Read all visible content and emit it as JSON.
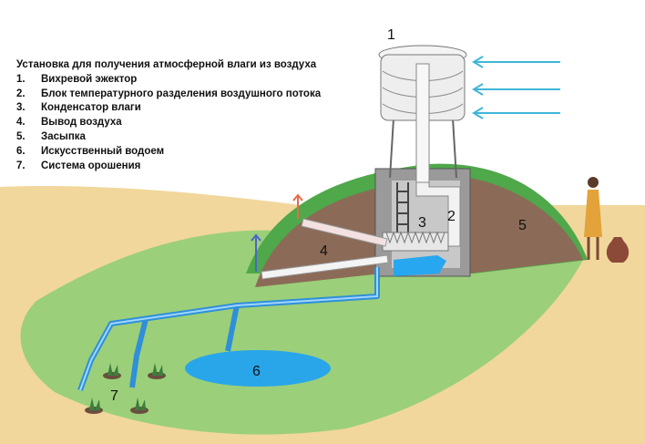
{
  "title": "Установка для получения атмосферной влаги из воздуха",
  "legend": [
    {
      "num": "1.",
      "label": "Вихревой эжектор"
    },
    {
      "num": "2.",
      "label": "Блок температурного разделения воздушного потока"
    },
    {
      "num": "3.",
      "label": "Конденсатор влаги"
    },
    {
      "num": "4.",
      "label": "Вывод воздуха"
    },
    {
      "num": "5.",
      "label": "Засыпка"
    },
    {
      "num": "6.",
      "label": "Искусственный водоем"
    },
    {
      "num": "7.",
      "label": "Система орошения"
    }
  ],
  "callouts": {
    "c1": "1",
    "c2": "2",
    "c3": "3",
    "c4": "4",
    "c5": "5",
    "c6": "6",
    "c7": "7"
  },
  "colors": {
    "sky": "#ffffff",
    "sand": "#f1d79c",
    "grass": "#9bcf7a",
    "mound_green": "#4fa84a",
    "soil": "#8b6b57",
    "water_blue": "#1ea0e8",
    "pipe_blue": "#2f8fd8"
  }
}
